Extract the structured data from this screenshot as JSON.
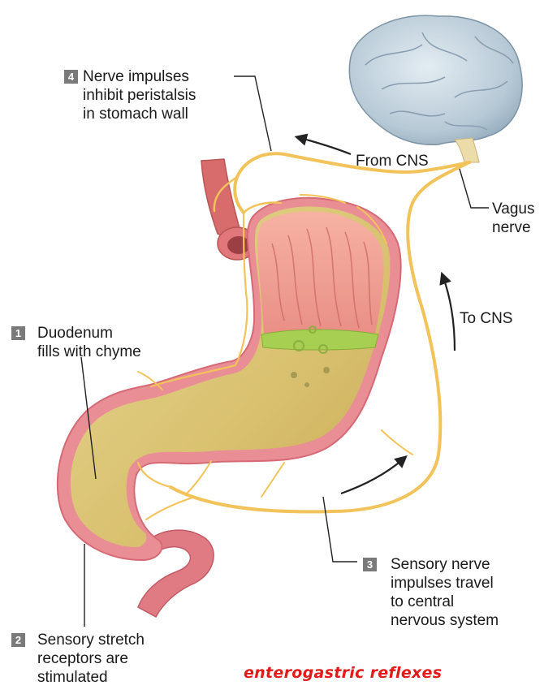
{
  "labels": {
    "step4": {
      "num": "4",
      "lines": [
        "Nerve impulses",
        "inhibit peristalsis",
        "in stomach wall"
      ]
    },
    "step1": {
      "num": "1",
      "lines": [
        "Duodenum",
        "fills with chyme"
      ]
    },
    "step2": {
      "num": "2",
      "lines": [
        "Sensory stretch",
        "receptors are",
        "stimulated"
      ]
    },
    "step3": {
      "num": "3",
      "lines": [
        "Sensory nerve",
        "impulses travel",
        "to central",
        "nervous system"
      ]
    },
    "from_cns": "From CNS",
    "to_cns": "To CNS",
    "vagus": [
      "Vagus",
      "nerve"
    ]
  },
  "caption": "enterogastric  reflexes",
  "colors": {
    "nerve": "#f2c35a",
    "stomach_wall": "#e8858f",
    "stomach_body": "#dcc77e",
    "mucosa": "#f0a59a",
    "chyme_band": "#a7cf52",
    "brain": "#b9cbd8",
    "caption": "#e21a1a"
  }
}
